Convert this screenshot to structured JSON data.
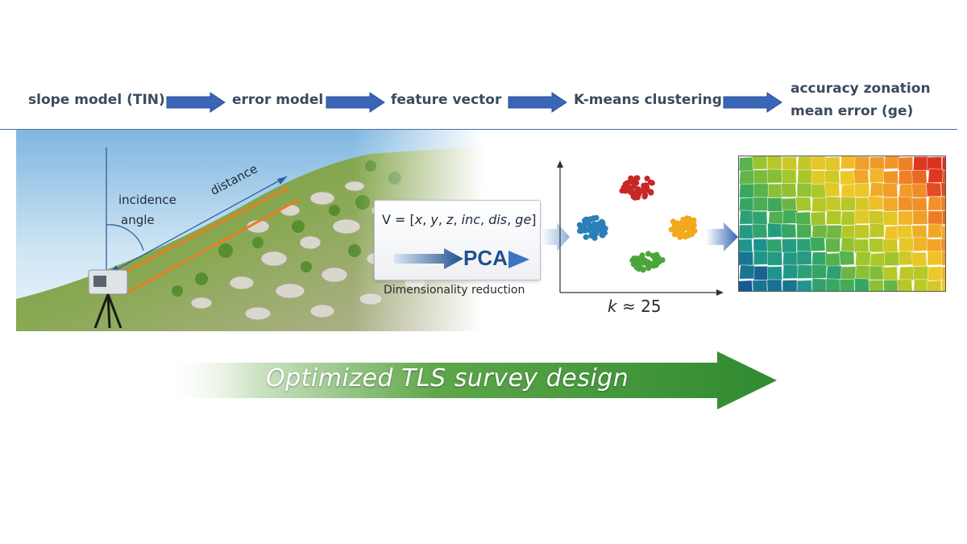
{
  "workflow": {
    "steps": [
      {
        "label": "slope model (TIN)"
      },
      {
        "label": "error model"
      },
      {
        "label": "feature vector"
      },
      {
        "label": "K-means clustering"
      },
      {
        "label_line1": "accuracy zonation",
        "label_line2": "mean error (ge)"
      }
    ]
  },
  "scene": {
    "incidence_label_line1": "incidence",
    "incidence_label_line2": "angle",
    "distance_label": "distance"
  },
  "feature": {
    "vector_prefix": "V = [",
    "vector_vars": [
      "x",
      "y",
      "z",
      "inc",
      "dis",
      "ge"
    ],
    "vector_suffix": "]",
    "pca_label": "PCA",
    "caption": "Dimensionality reduction"
  },
  "clustering": {
    "k_symbol": "k",
    "k_value": "≈ 25",
    "cluster_colors": [
      "#c62828",
      "#2a7fb8",
      "#f2a81d",
      "#4aa63a"
    ]
  },
  "banner": {
    "text": "Optimized TLS survey design",
    "color": "#2f8a2f"
  },
  "colors": {
    "flow_arrow": "#3a66b8",
    "step_text": "#3b4a5e",
    "divider": "#4a6fa5"
  }
}
